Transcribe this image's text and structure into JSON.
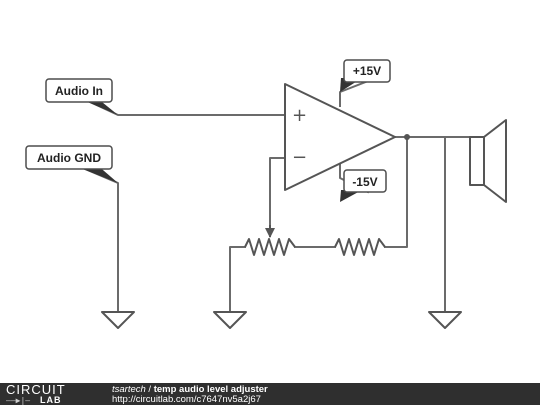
{
  "schematic": {
    "labels": {
      "audio_in": "Audio In",
      "audio_gnd": "Audio GND",
      "vpos": "+15V",
      "vneg": "-15V"
    },
    "opamp_signs": {
      "plus": "+",
      "minus": "−"
    }
  },
  "footer": {
    "brand_top": "CIRCUIT",
    "brand_bottom": "LAB",
    "brand_symbol": "——▶|—",
    "author": "tsartech",
    "separator": " / ",
    "title": "temp audio level adjuster",
    "url": "http://circuitlab.com/c7647nv5a2j67"
  },
  "colors": {
    "wire": "#6b6b6b",
    "footer_bg": "#2f2f2f"
  }
}
